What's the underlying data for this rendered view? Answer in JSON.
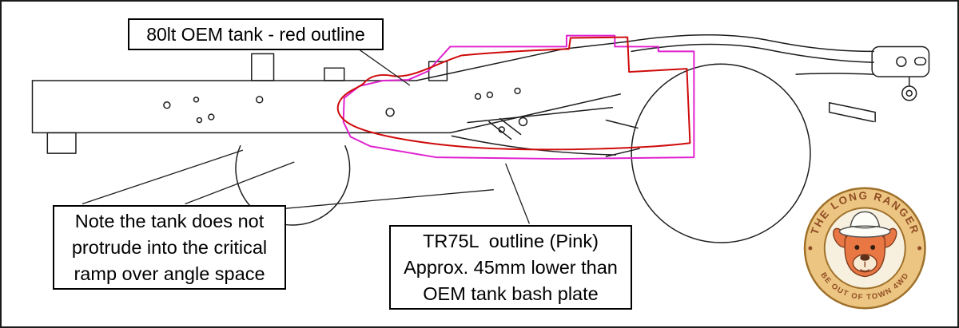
{
  "labels": {
    "oem_tank": "80lt OEM tank - red outline",
    "note": [
      "Note the tank does not",
      "protrude into the critical",
      "ramp over angle space"
    ],
    "tr75l": [
      "TR75L  outline (Pink)",
      "Approx. 45mm lower than",
      "OEM tank bash plate"
    ]
  },
  "colors": {
    "oem_outline": "#cf0a0a",
    "tr75l_outline": "#e021cf",
    "drawing_line": "#1d1d1d"
  },
  "logo": {
    "arc_top": "THE LONG RANGER",
    "arc_bottom": "BE OUT OF TOWN 4WD"
  }
}
